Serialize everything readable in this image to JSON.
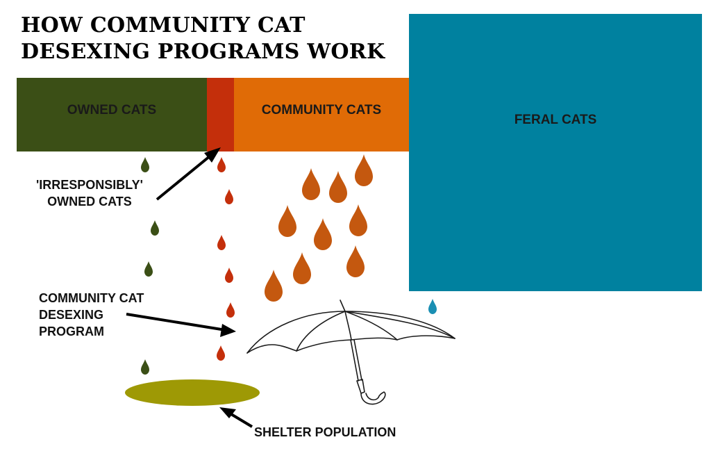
{
  "title": {
    "line1": "HOW COMMUNITY CAT",
    "line2": "DESEXING PROGRAMS WORK"
  },
  "blocks": {
    "owned": {
      "label": "OWNED CATS",
      "color": "#3b4f16"
    },
    "irresponsibly_owned": {
      "color": "#c42f0b"
    },
    "community": {
      "label": "COMMUNITY CATS",
      "color": "#e06b06"
    },
    "feral": {
      "label": "FERAL CATS",
      "color": "#00819f"
    }
  },
  "annotations": {
    "irresponsibly_owned": {
      "line1": "'IRRESPONSIBLY'",
      "line2": "OWNED CATS"
    },
    "program": {
      "line1": "COMMUNITY CAT",
      "line2": "DESEXING",
      "line3": "PROGRAM"
    },
    "shelter": "SHELTER POPULATION"
  },
  "drop_colors": {
    "owned": "#3b4f16",
    "irresponsibly_owned": "#c42f0b",
    "community": "#c4580f",
    "feral": "#1a8fb3"
  },
  "puddle_color": "#9e9905",
  "umbrella": {
    "icon": "umbrella-icon"
  }
}
